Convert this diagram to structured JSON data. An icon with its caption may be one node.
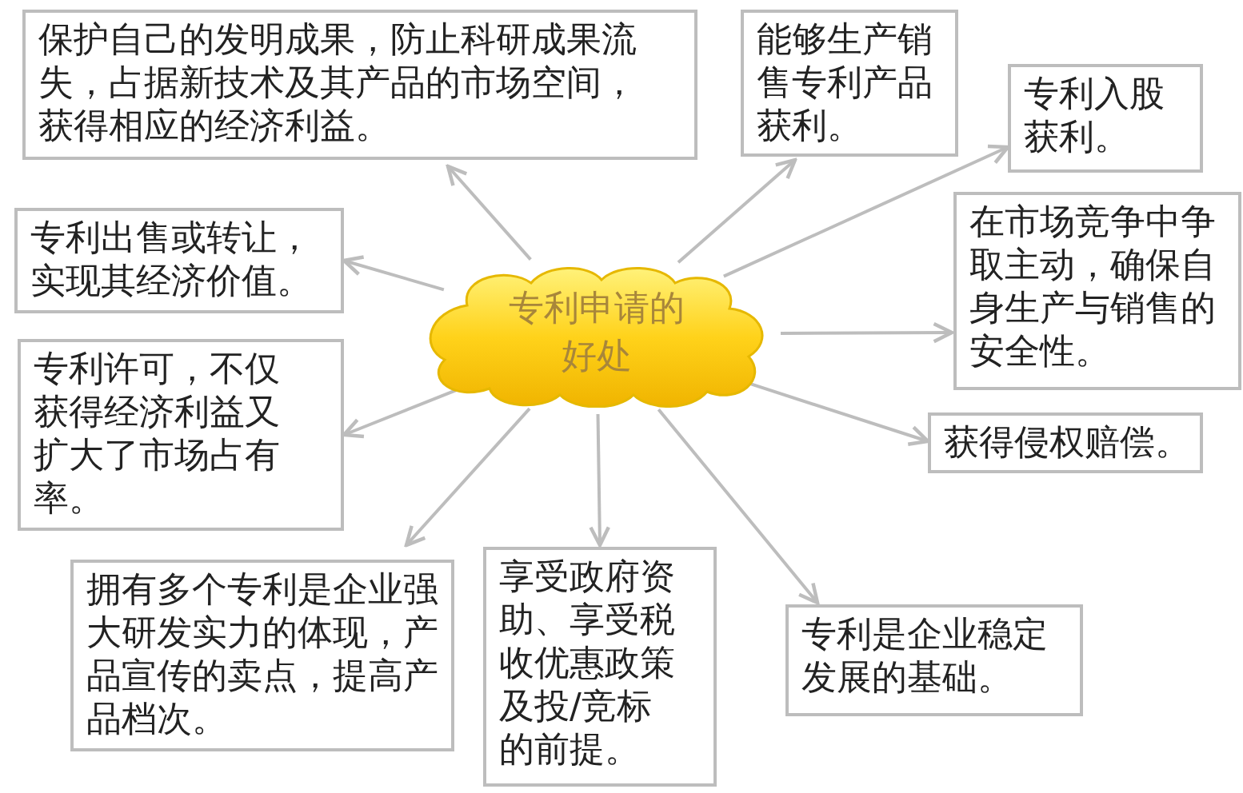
{
  "diagram": {
    "nodes": [
      {
        "text": [
          "专利申请的好处"
        ]
      },
      {
        "text": [
          "保护自己的发明成果，防止科研成果流失，占据新技术及其产品的市场空间，获得相应的经济利益。"
        ]
      },
      {
        "text": [
          "能够生产销售专利产品获利。"
        ]
      },
      {
        "text": [
          "专利入股获利。"
        ]
      },
      {
        "text": [
          "在市场竞争中争取主动，确保自身生产与销售的安全性。"
        ]
      },
      {
        "text": [
          "专利出售或转让，实现其经济价值。"
        ]
      },
      {
        "text": [
          "专利许可，不仅获得经济利益又扩大了市场占有率。"
        ]
      },
      {
        "text": [
          "获得侵权赔偿。"
        ]
      },
      {
        "text": [
          "拥有多个专利是企业强大研发实力的体现，产品宣传的卖点，提高产品档次。"
        ]
      },
      {
        "text": [
          "享受政府资助、享受税收优惠政策及投/竞标的前提。"
        ]
      },
      {
        "text": [
          "专利是企业稳定发展的基础。"
        ]
      }
    ],
    "edges": [
      {
        "from": 0,
        "to": 1,
        "arrow": "to"
      },
      {
        "from": 0,
        "to": 2,
        "arrow": "to"
      },
      {
        "from": 0,
        "to": 3,
        "arrow": "to"
      },
      {
        "from": 0,
        "to": 4,
        "arrow": "to"
      },
      {
        "from": 0,
        "to": 5,
        "arrow": "to"
      },
      {
        "from": 0,
        "to": 6,
        "arrow": "to"
      },
      {
        "from": 0,
        "to": 7,
        "arrow": "to"
      },
      {
        "from": 0,
        "to": 8,
        "arrow": "to"
      },
      {
        "from": 0,
        "to": 9,
        "arrow": "to"
      },
      {
        "from": 0,
        "to": 10,
        "arrow": "to"
      }
    ]
  }
}
